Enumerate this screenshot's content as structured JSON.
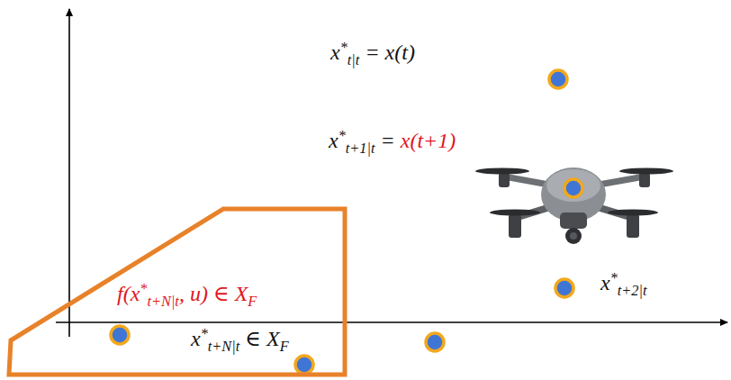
{
  "diagram": {
    "nodes": [
      {
        "text": [
          "f(x*t+N|t, u) ∈ XF",
          "x*t+N|t ∈ XF"
        ]
      }
    ],
    "labels": [
      "x*t|t = x(t)",
      "x*t+1|t = x(t+1)",
      "x*t+2|t"
    ]
  }
}
